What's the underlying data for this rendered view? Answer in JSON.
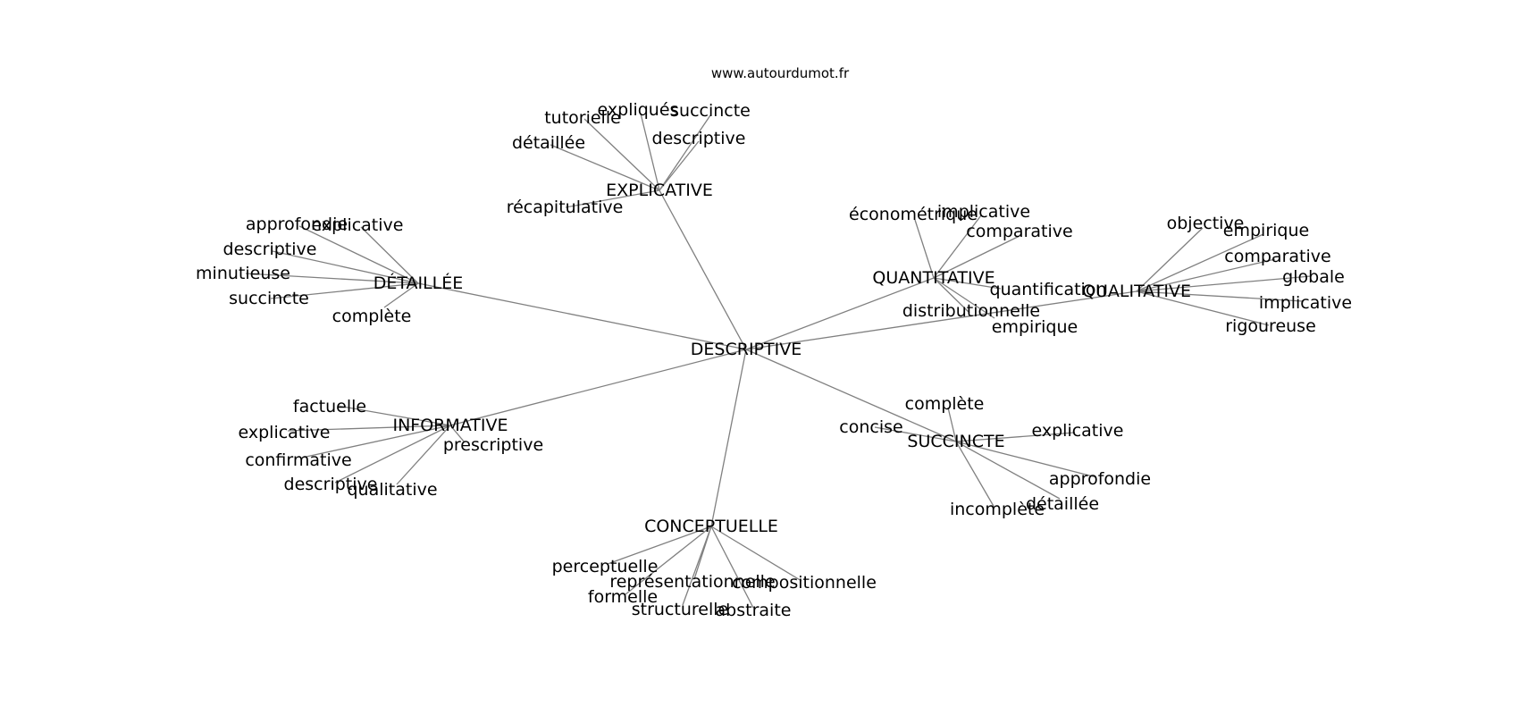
{
  "title": "www.autourdumot.fr",
  "center": "DESCRIPTIVE",
  "clusters": [
    {
      "id": "explicative",
      "label": "EXPLICATIVE",
      "words": [
        "tutorielle",
        "expliqués",
        "succincte",
        "détaillée",
        "descriptive",
        "récapitulative"
      ]
    },
    {
      "id": "detaillee",
      "label": "DÉTAILLÉE",
      "words": [
        "approfondie",
        "explicative",
        "descriptive",
        "minutieuse",
        "succincte",
        "complète"
      ]
    },
    {
      "id": "quantitative",
      "label": "QUANTITATIVE",
      "words": [
        "économétrique",
        "implicative",
        "comparative",
        "quantification",
        "distributionnelle",
        "empirique"
      ]
    },
    {
      "id": "qualitative",
      "label": "QUALITATIVE",
      "words": [
        "objective",
        "empirique",
        "comparative",
        "globale",
        "implicative",
        "rigoureuse"
      ]
    },
    {
      "id": "informative",
      "label": "INFORMATIVE",
      "words": [
        "factuelle",
        "explicative",
        "confirmative",
        "descriptive",
        "prescriptive",
        "qualitative"
      ]
    },
    {
      "id": "succincte",
      "label": "SUCCINCTE",
      "words": [
        "complète",
        "concise",
        "explicative",
        "approfondie",
        "détaillée",
        "incomplète"
      ]
    },
    {
      "id": "conceptuelle",
      "label": "CONCEPTUELLE",
      "words": [
        "perceptuelle",
        "représentationnelle",
        "compositionnelle",
        "formelle",
        "structurelle",
        "abstraite"
      ]
    }
  ]
}
